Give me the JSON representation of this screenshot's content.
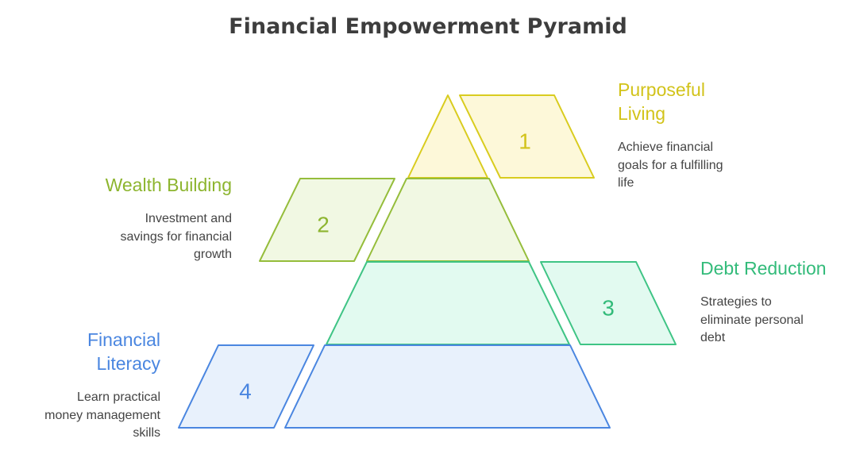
{
  "title": "Financial Empowerment Pyramid",
  "levels": [
    {
      "number": "1",
      "heading": "Purposeful\nLiving",
      "description": "Achieve financial\ngoals for a fulfilling\nlife",
      "stroke": "#d9cc1f",
      "fill": "#fdf8d9",
      "text_color": "#d2c31a"
    },
    {
      "number": "2",
      "heading": "Wealth Building",
      "description": "Investment and\nsavings for financial\ngrowth",
      "stroke": "#95bd3b",
      "fill": "#f1f8e3",
      "text_color": "#8db52f"
    },
    {
      "number": "3",
      "heading": "Debt Reduction",
      "description": "Strategies to\neliminate personal\ndebt",
      "stroke": "#3fc485",
      "fill": "#e2faf0",
      "text_color": "#33bb7a"
    },
    {
      "number": "4",
      "heading": "Financial\nLiteracy",
      "description": "Learn practical\nmoney management\nskills",
      "stroke": "#4a86e0",
      "fill": "#e8f1fc",
      "text_color": "#4a86e0"
    }
  ]
}
